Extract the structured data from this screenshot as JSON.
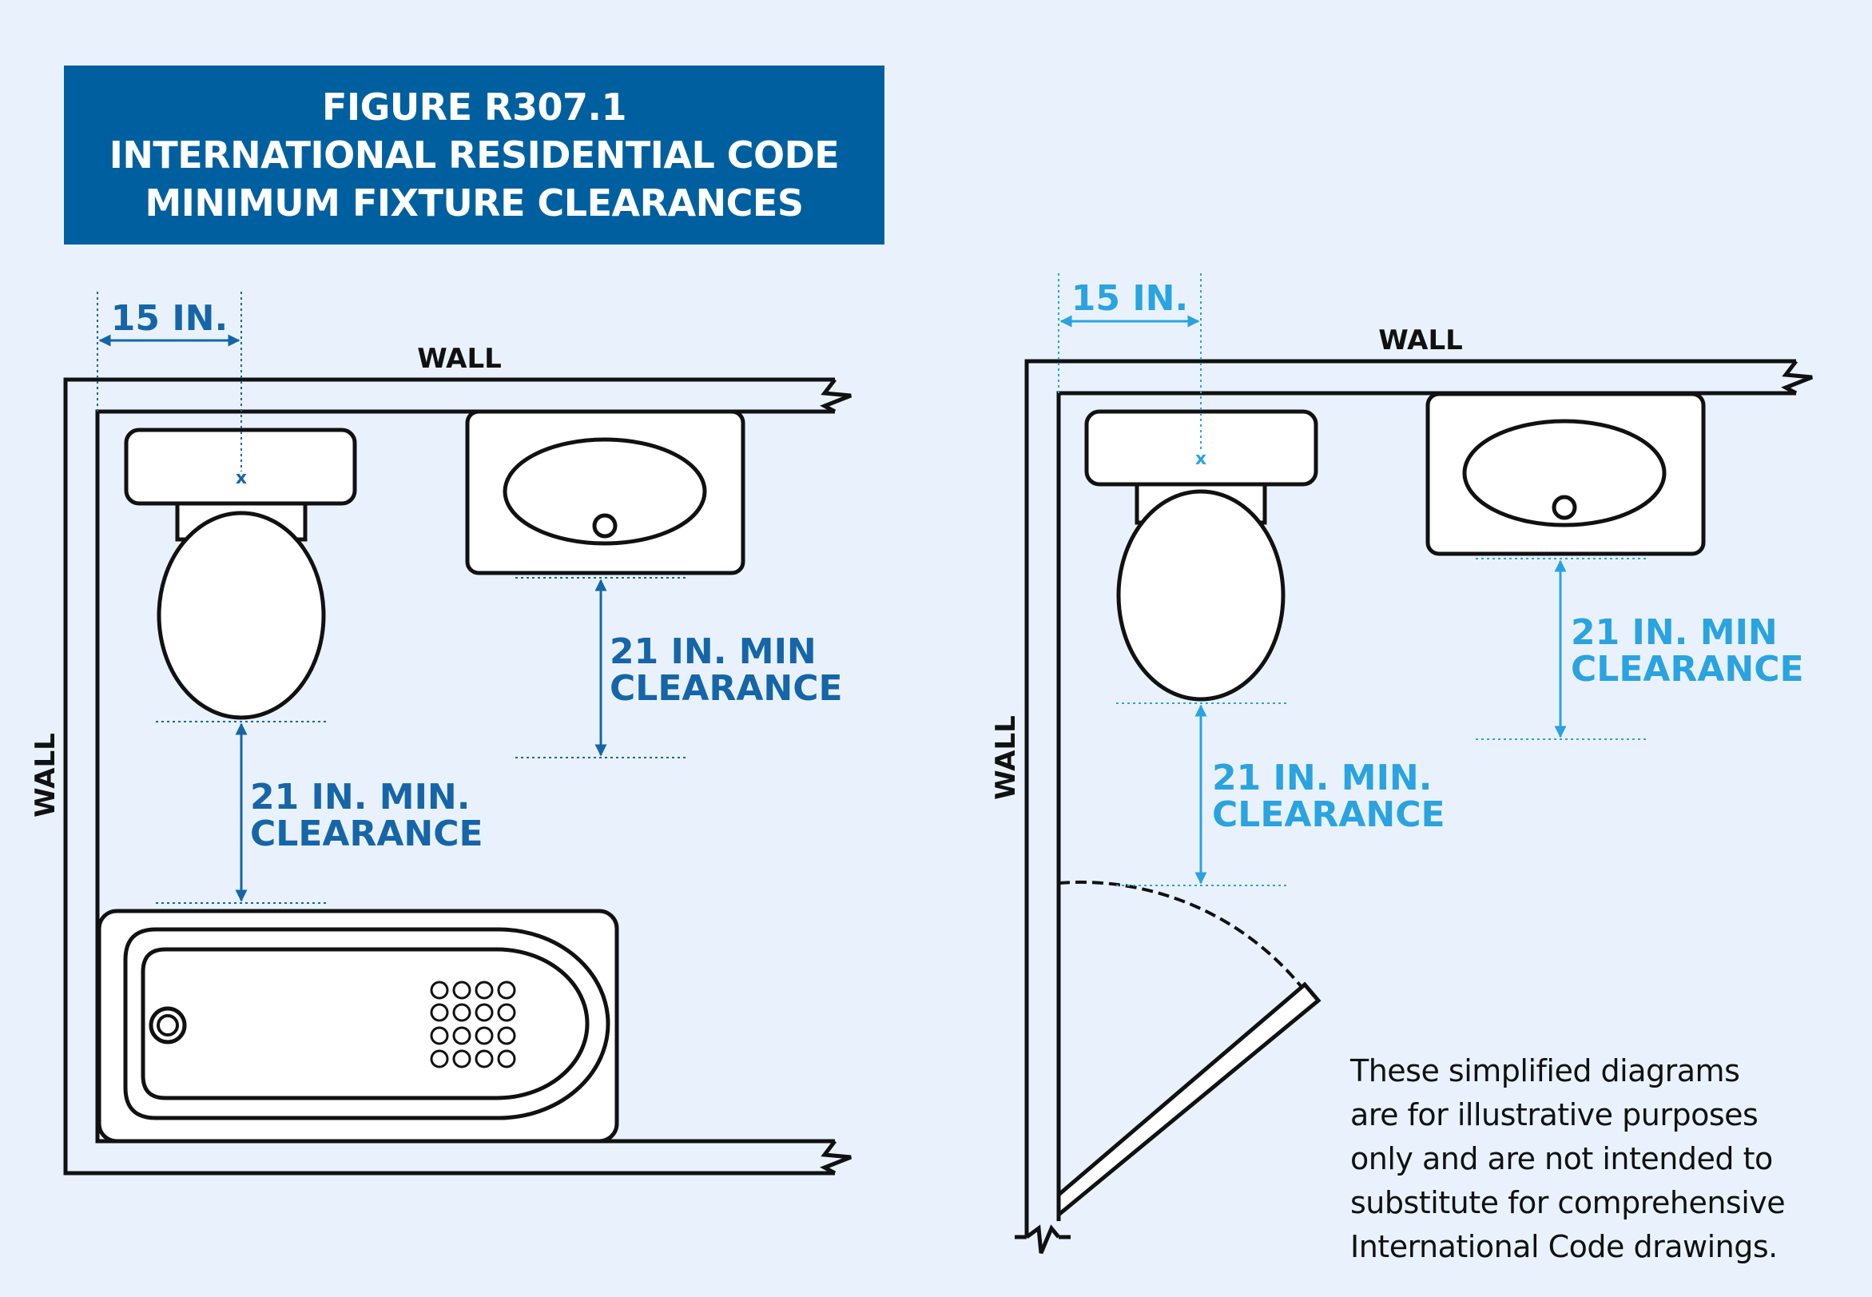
{
  "title": {
    "line1": "FIGURE R307.1",
    "line2": "INTERNATIONAL RESIDENTIAL CODE",
    "line3": "MINIMUM FIXTURE CLEARANCES"
  },
  "left_diagram": {
    "wall_top": "WALL",
    "wall_side": "WALL",
    "dim_15": "15 IN.",
    "toilet_clear_1": "21 IN. MIN.",
    "toilet_clear_2": "CLEARANCE",
    "sink_clear_1": "21 IN. MIN",
    "sink_clear_2": "CLEARANCE",
    "centerline_mark": "x"
  },
  "right_diagram": {
    "wall_top": "WALL",
    "wall_side": "WALL",
    "dim_15": "15 IN.",
    "toilet_clear_1": "21 IN. MIN.",
    "toilet_clear_2": "CLEARANCE",
    "sink_clear_1": "21 IN. MIN",
    "sink_clear_2": "CLEARANCE",
    "centerline_mark": "x"
  },
  "note": {
    "line1": "These simplified diagrams",
    "line2": "are for illustrative purposes",
    "line3": "only and are not intended to",
    "line4": "substitute for comprehensive",
    "line5": "International Code drawings."
  },
  "colors": {
    "title_bg": "#00609f",
    "background": "#e9f2fc",
    "dark_blue": "#1565a8",
    "light_blue": "#2aa3e0",
    "outline": "#111111"
  }
}
